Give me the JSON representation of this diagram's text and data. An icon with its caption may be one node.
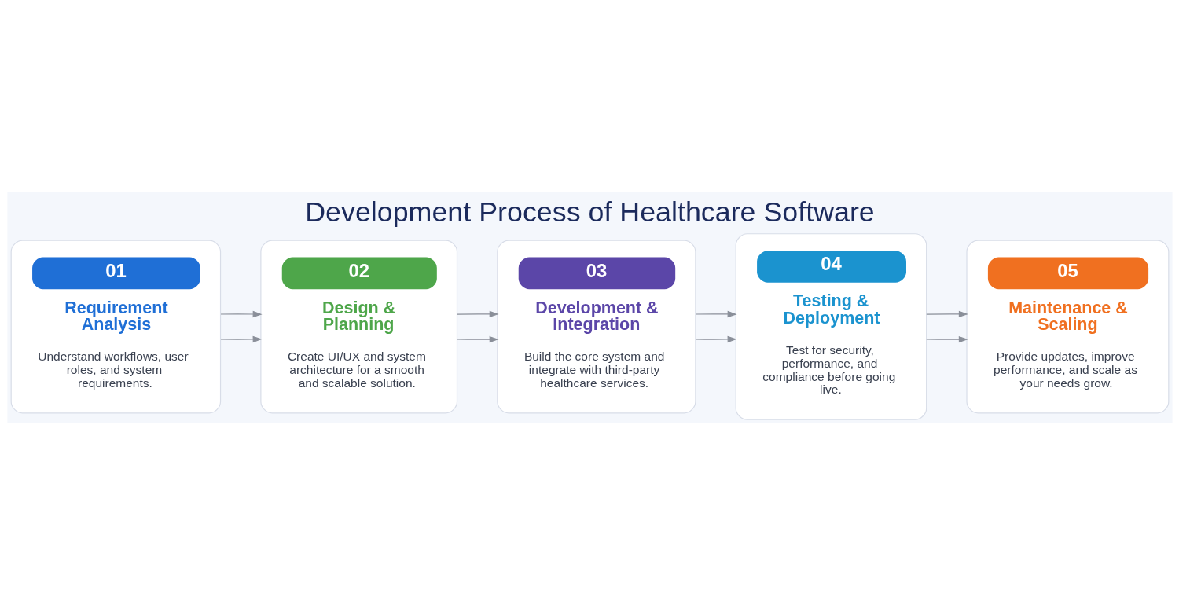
{
  "diagram": {
    "title": "Development Process of Healthcare Software",
    "nodes": [
      {
        "text": [
          "01",
          "Requirement Analysis",
          "Understand workflows, user roles, and system requirements."
        ]
      },
      {
        "text": [
          "02",
          "Design & Planning",
          "Create UI/UX and system architecture for a smooth and scalable solution."
        ]
      },
      {
        "text": [
          "03",
          "Development & Integration",
          "Build the core system and integrate with third-party healthcare services."
        ]
      },
      {
        "text": [
          "04",
          "Testing & Deployment",
          "Test for security, performance, and compliance before going live."
        ]
      },
      {
        "text": [
          "05",
          "Maintenance & Scaling",
          "Provide updates, improve performance, and scale as your needs grow."
        ]
      }
    ],
    "edges": [
      {
        "from": 0,
        "to": 1,
        "arrow": "to"
      },
      {
        "from": 0,
        "to": 1,
        "arrow": "to"
      },
      {
        "from": 1,
        "to": 2,
        "arrow": "to"
      },
      {
        "from": 1,
        "to": 2,
        "arrow": "to"
      },
      {
        "from": 2,
        "to": 3,
        "arrow": "to"
      },
      {
        "from": 2,
        "to": 3,
        "arrow": "to"
      },
      {
        "from": 3,
        "to": 4,
        "arrow": "to"
      },
      {
        "from": 3,
        "to": 4,
        "arrow": "to"
      }
    ]
  }
}
